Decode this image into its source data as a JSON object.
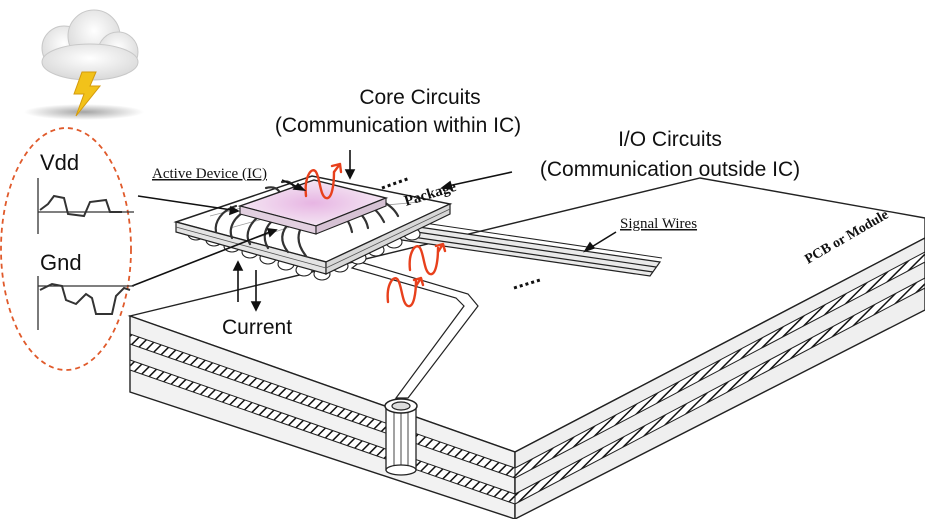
{
  "labels": {
    "vdd": "Vdd",
    "gnd": "Gnd",
    "active_device": "Active Device (IC)",
    "core_title": "Core Circuits",
    "core_subtitle": "(Communication within IC)",
    "io_title": "I/O Circuits",
    "io_subtitle": "(Communication outside IC)",
    "package": "Package",
    "signal_wires": "Signal Wires",
    "pcb": "PCB or Module",
    "current": "Current"
  },
  "icons": {
    "storm": "storm-cloud-lightning-icon"
  },
  "colors": {
    "noise_wave": "#e8401c",
    "dashed_outline": "#e05a2b",
    "lightning": "#f2c21a",
    "line": "#111111",
    "chip_glow": "#e7b5e3"
  }
}
